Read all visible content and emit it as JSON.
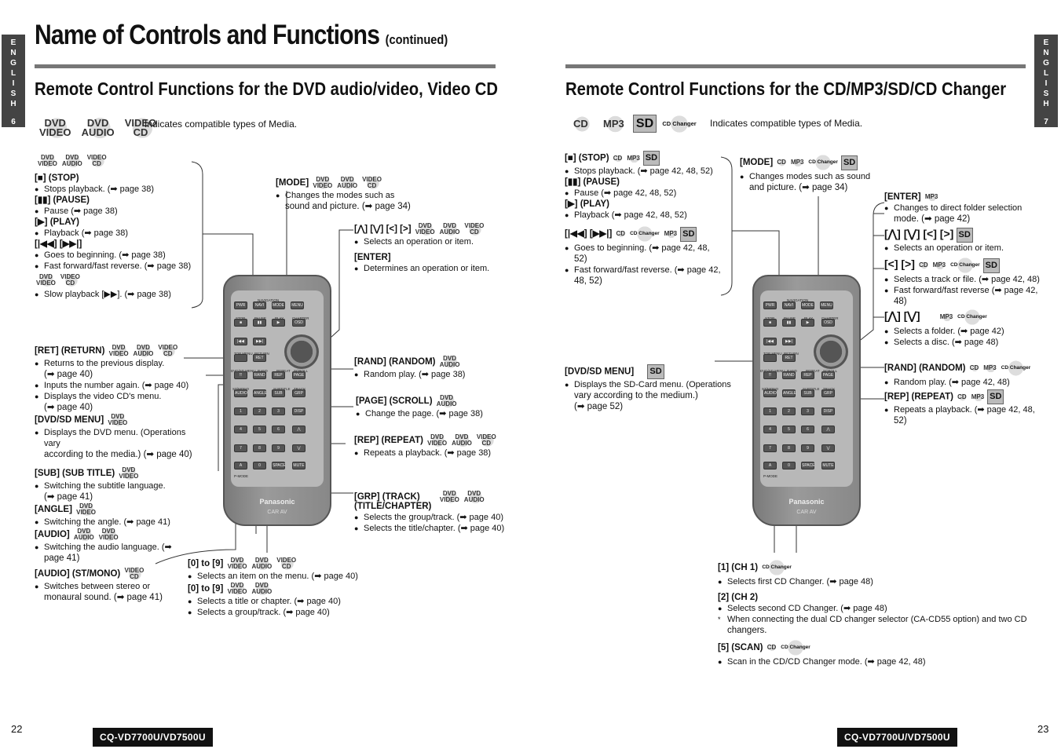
{
  "side_left": {
    "letters": [
      "E",
      "N",
      "G",
      "L",
      "I",
      "S",
      "H"
    ],
    "num": "6"
  },
  "side_right": {
    "letters": [
      "E",
      "N",
      "G",
      "L",
      "I",
      "S",
      "H"
    ],
    "num": "7"
  },
  "title": "Name of Controls and Functions",
  "title_small": "(continued)",
  "left": {
    "heading": "Remote Control Functions for the DVD audio/video, Video CD",
    "legend_text": "Indicates compatible types of Media.",
    "b_dvdv": "DVD VIDEO",
    "b_dvda": "DVD AUDIO",
    "b_vcd": "VIDEO CD",
    "stop": "[■] (STOP)",
    "stop_i": "Stops playback. (➡ page 38)",
    "pause": "[▮▮] (PAUSE)",
    "pause_i": "Pause (➡ page 38)",
    "play": "[▶] (PLAY)",
    "play_i": "Playback (➡ page 38)",
    "skip": "[|◀◀] [▶▶|]",
    "skip_i1": "Goes to beginning. (➡ page 38)",
    "skip_i2": "Fast forward/fast reverse. (➡ page 38)",
    "slow_i": "Slow playback [▶▶]. (➡ page 38)",
    "ret": "[RET] (RETURN)",
    "ret_i1": "Returns to the previous display.",
    "ret_i1b": "(➡ page 40)",
    "ret_i2": "Inputs the number again. (➡ page 40)",
    "ret_i3": "Displays the video CD's menu.",
    "ret_i3b": "(➡ page 40)",
    "dvdsd": "[DVD/SD MENU]",
    "dvdsd_i": "Displays the DVD menu. (Operations vary",
    "dvdsd_ib": "according to the media.) (➡ page 40)",
    "subt": "[SUB] (SUB TITLE)",
    "subt_i": "Switching the subtitle language.",
    "subt_ib": "(➡ page 41)",
    "angle": "[ANGLE]",
    "angle_i": "Switching the angle. (➡ page 41)",
    "audio": "[AUDIO]",
    "audio_i": "Switching the audio language. (➡",
    "audio_ib": "page 41)",
    "stmono": "[AUDIO] (ST/MONO)",
    "stmono_i": "Switches between stereo or",
    "stmono_ib": "monaural sound. (➡ page 41)",
    "mode": "[MODE]",
    "mode_i": "Changes the modes such as",
    "mode_ib": "sound and picture. (➡ page 34)",
    "arrows": "[⋀] [⋁] [<] [>]",
    "arrows_i": "Selects an operation or item.",
    "enter": "[ENTER]",
    "enter_i": "Determines an operation or item.",
    "rand": "[RAND] (RANDOM)",
    "rand_i": "Random play. (➡ page 38)",
    "page": "[PAGE] (SCROLL)",
    "page_i": "Change the page. (➡ page 38)",
    "rep": "[REP] (REPEAT)",
    "rep_i": "Repeats a playback. (➡ page 38)",
    "grp": "[GRP] (TRACK)",
    "grp2": "(TITLE/CHAPTER)",
    "grp_i1": "Selects the group/track. (➡ page 40)",
    "grp_i2": "Selects the title/chapter. (➡ page 40)",
    "n1": "[0] to [9]",
    "n1_i": "Selects an item on the menu. (➡ page 40)",
    "n2": "[0] to [9]",
    "n2_i1": "Selects a title or chapter. (➡ page 40)",
    "n2_i2": "Selects a group/track. (➡ page 40)"
  },
  "right": {
    "heading": "Remote Control Functions for the CD/MP3/SD/CD Changer",
    "legend_text": "Indicates compatible types of Media.",
    "b_cd": "CD",
    "b_mp3": "MP3",
    "b_sd": "SD",
    "b_ch": "CD Changer",
    "stop": "[■] (STOP)",
    "stop_i": "Stops playback. (➡ page 42, 48, 52)",
    "pause": "[▮▮] (PAUSE)",
    "pause_i": "Pause (➡ page 42, 48, 52)",
    "play": "[▶] (PLAY)",
    "play_i": "Playback (➡ page 42, 48, 52)",
    "skip": "[|◀◀] [▶▶|]",
    "skip_i1": "Goes to beginning. (➡ page 42, 48,",
    "skip_i1b": "52)",
    "skip_i2": "Fast forward/fast reverse. (➡ page 42,",
    "skip_i2b": "48, 52)",
    "dvdsd": "[DVD/SD MENU]",
    "dvdsd_i": "Displays the SD-Card menu. (Operations",
    "dvdsd_ib": "vary according to the medium.)",
    "dvdsd_ic": "(➡ page 52)",
    "mode": "[MODE]",
    "mode_i": "Changes modes such as sound",
    "mode_ib": "and picture. (➡ page 34)",
    "enter": "[ENTER]",
    "enter_i": "Changes to direct folder selection",
    "enter_ib": "mode. (➡ page 42)",
    "arrows": "[⋀] [⋁] [<] [>]",
    "arrows_i": "Selects an operation or item.",
    "lr": "[<] [>]",
    "lr_i1": "Selects a track or file. (➡ page 42, 48)",
    "lr_i2": "Fast forward/fast reverse (➡ page 42,",
    "lr_i2b": "48)",
    "ud": "[⋀] [⋁]",
    "ud_i1": "Selects a folder. (➡ page 42)",
    "ud_i2": "Selects a disc. (➡ page 48)",
    "rand": "[RAND] (RANDOM)",
    "rand_i": "Random play. (➡ page 42, 48)",
    "rep": "[REP] (REPEAT)",
    "rep_i": "Repeats a playback. (➡ page 42, 48,",
    "rep_ib": "52)",
    "ch1": "[1] (CH 1)",
    "ch1_i": "Selects first CD Changer. (➡ page 48)",
    "ch2": "[2] (CH 2)",
    "ch2_i": "Selects second CD Changer. (➡ page 48)",
    "ch2_n": "When connecting the dual CD changer selector (CA-CD55 option) and two CD",
    "ch2_nb": "changers.",
    "scan": "[5] (SCAN)",
    "scan_i": "Scan in the CD/CD Changer mode. (➡ page 42, 48)"
  },
  "remote": {
    "brand": "Panasonic",
    "sub": "CAR AV"
  },
  "footer": {
    "model": "CQ-VD7700U/VD7500U",
    "page_left": "22",
    "page_right": "23"
  }
}
